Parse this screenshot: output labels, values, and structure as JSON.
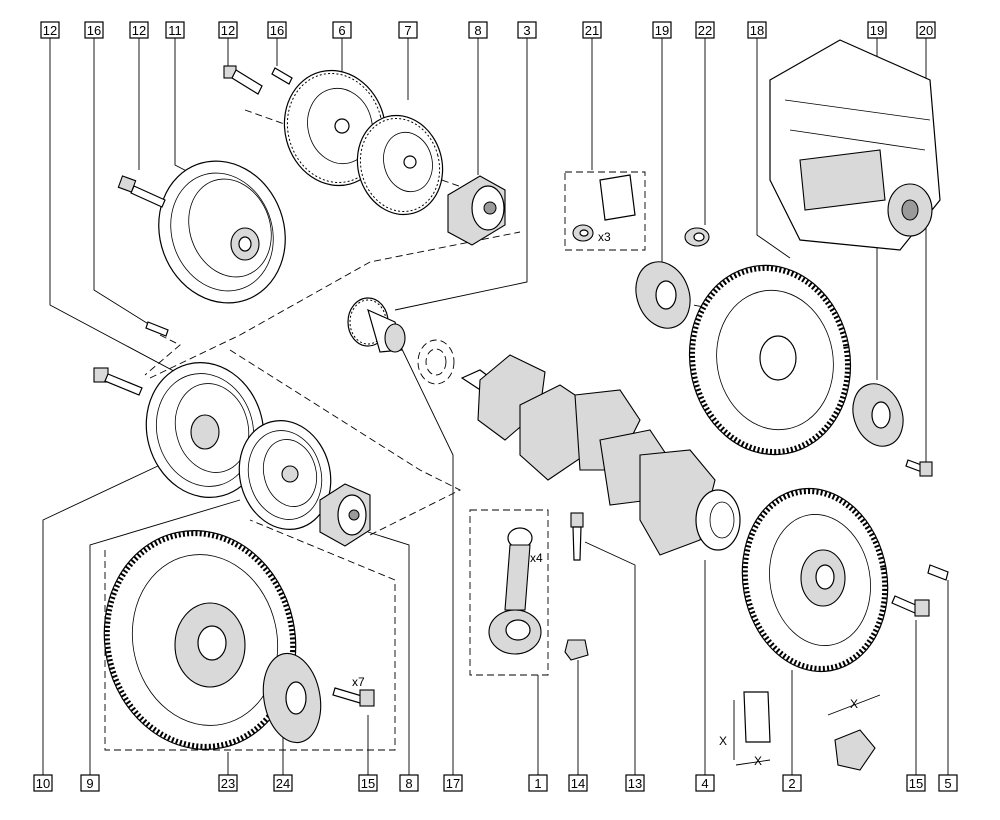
{
  "callouts": [
    {
      "id": "top-12a",
      "label": "12"
    },
    {
      "id": "top-16a",
      "label": "16"
    },
    {
      "id": "top-12b",
      "label": "12"
    },
    {
      "id": "top-11",
      "label": "11"
    },
    {
      "id": "top-12c",
      "label": "12"
    },
    {
      "id": "top-16b",
      "label": "16"
    },
    {
      "id": "top-6",
      "label": "6"
    },
    {
      "id": "top-7",
      "label": "7"
    },
    {
      "id": "top-8",
      "label": "8"
    },
    {
      "id": "top-3",
      "label": "3"
    },
    {
      "id": "top-21",
      "label": "21"
    },
    {
      "id": "top-19a",
      "label": "19"
    },
    {
      "id": "top-22",
      "label": "22"
    },
    {
      "id": "top-18",
      "label": "18"
    },
    {
      "id": "top-19b",
      "label": "19"
    },
    {
      "id": "top-20",
      "label": "20"
    },
    {
      "id": "bot-10",
      "label": "10"
    },
    {
      "id": "bot-9",
      "label": "9"
    },
    {
      "id": "bot-23",
      "label": "23"
    },
    {
      "id": "bot-24",
      "label": "24"
    },
    {
      "id": "bot-15a",
      "label": "15"
    },
    {
      "id": "bot-8",
      "label": "8"
    },
    {
      "id": "bot-17",
      "label": "17"
    },
    {
      "id": "bot-1",
      "label": "1"
    },
    {
      "id": "bot-14",
      "label": "14"
    },
    {
      "id": "bot-13",
      "label": "13"
    },
    {
      "id": "bot-4",
      "label": "4"
    },
    {
      "id": "bot-2",
      "label": "2"
    },
    {
      "id": "bot-15b",
      "label": "15"
    },
    {
      "id": "bot-5",
      "label": "5"
    }
  ],
  "annotations": {
    "rod_qty": "x4",
    "seal_qty": "x3",
    "bolt_qty": "x7",
    "dim_x1": "X",
    "dim_x2": "X",
    "dim_x3": "X"
  }
}
